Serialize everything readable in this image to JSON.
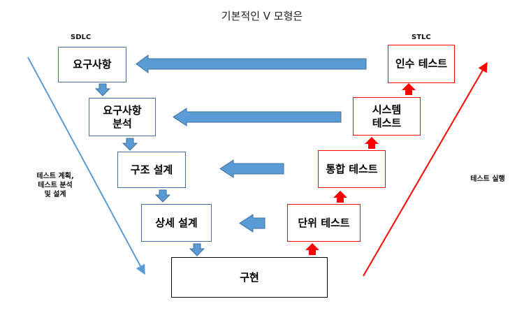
{
  "title": "기본적인 V 모형은",
  "left_column": {
    "label": "SDLC",
    "boxes": [
      "요구사항",
      "요구사항\n분석",
      "구조 설계",
      "상세 설계"
    ]
  },
  "bottom_box": "구현",
  "right_column": {
    "label": "STLC",
    "boxes": [
      "인수 테스트",
      "시스템\n테스트",
      "통합 테스트",
      "단위 테스트"
    ]
  },
  "left_side_text": "테스트 계획,\n테스트 분석\n및 설계",
  "right_side_text": "테스트 실행",
  "colors": {
    "blue_border": "#41719c",
    "blue_arrow": "#5b9bd5",
    "red": "#ff0000"
  }
}
